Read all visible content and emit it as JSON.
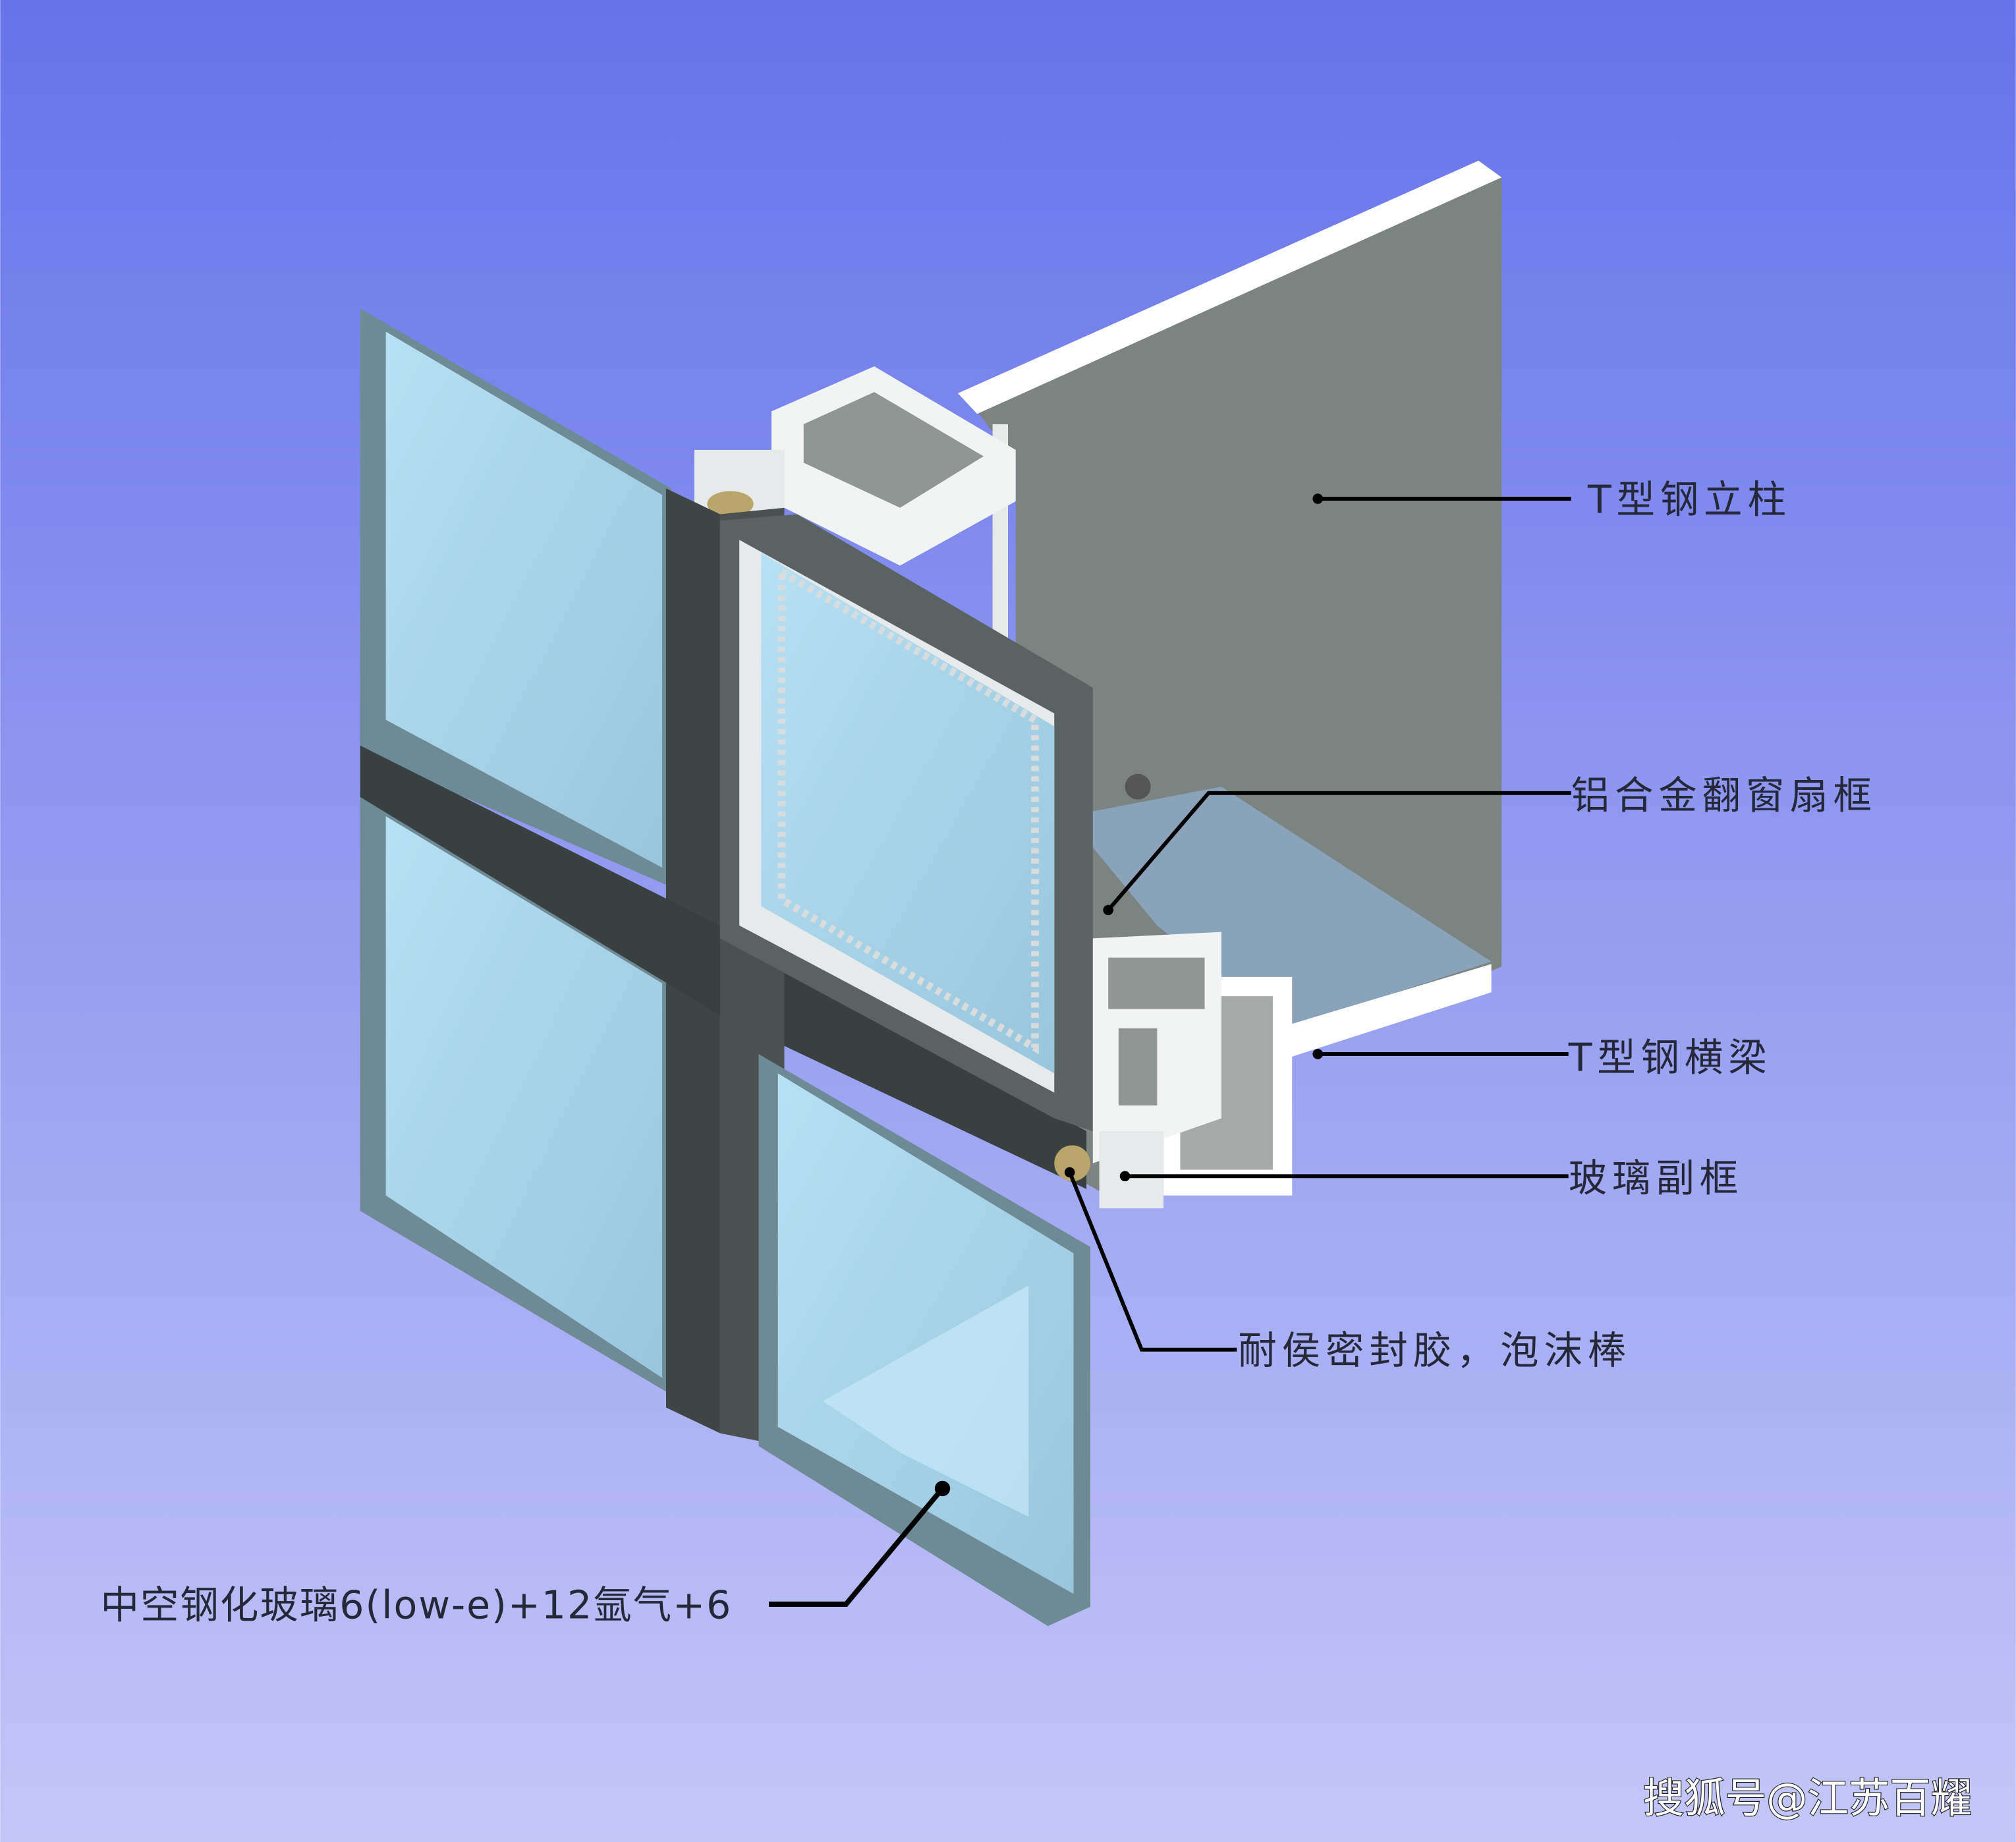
{
  "labels": {
    "steel_column": "T型钢立柱",
    "sash_frame": "铝合金翻窗扇框",
    "steel_beam": "T型钢横梁",
    "glass_subframe": "玻璃副框",
    "sealant": "耐侯密封胶，泡沫棒",
    "glass": "中空钢化玻璃6(low-e)+12氩气+6"
  },
  "watermark": "搜狐号@江苏百耀",
  "colors": {
    "background_top": "#6673ea",
    "background_bottom": "#c3c6f7",
    "steel": "#7b8480",
    "glass": "#a9d3ec",
    "frame": "#3f4544"
  }
}
